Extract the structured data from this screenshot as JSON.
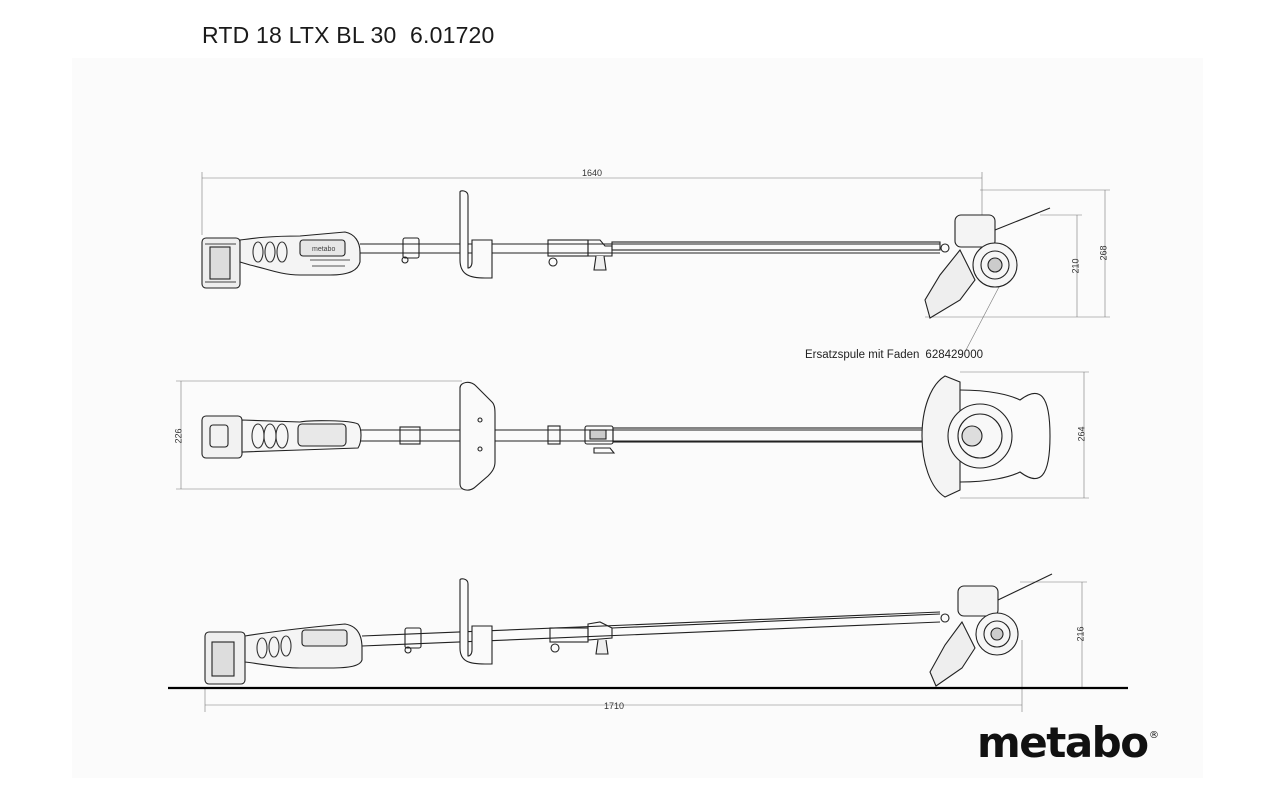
{
  "header": {
    "model": "RTD 18 LTX BL 30",
    "article_number": "6.01720"
  },
  "dimensions": {
    "top_length": "1640",
    "top_height_total": "268",
    "top_head_height": "210",
    "middle_handle_width": "226",
    "middle_guard_width": "264",
    "bottom_head_height": "216",
    "bottom_length": "1710"
  },
  "spare_part": {
    "name": "Ersatzspule mit Faden",
    "number": "628429000"
  },
  "brand": {
    "logo_text": "metabo",
    "registered": "®"
  }
}
